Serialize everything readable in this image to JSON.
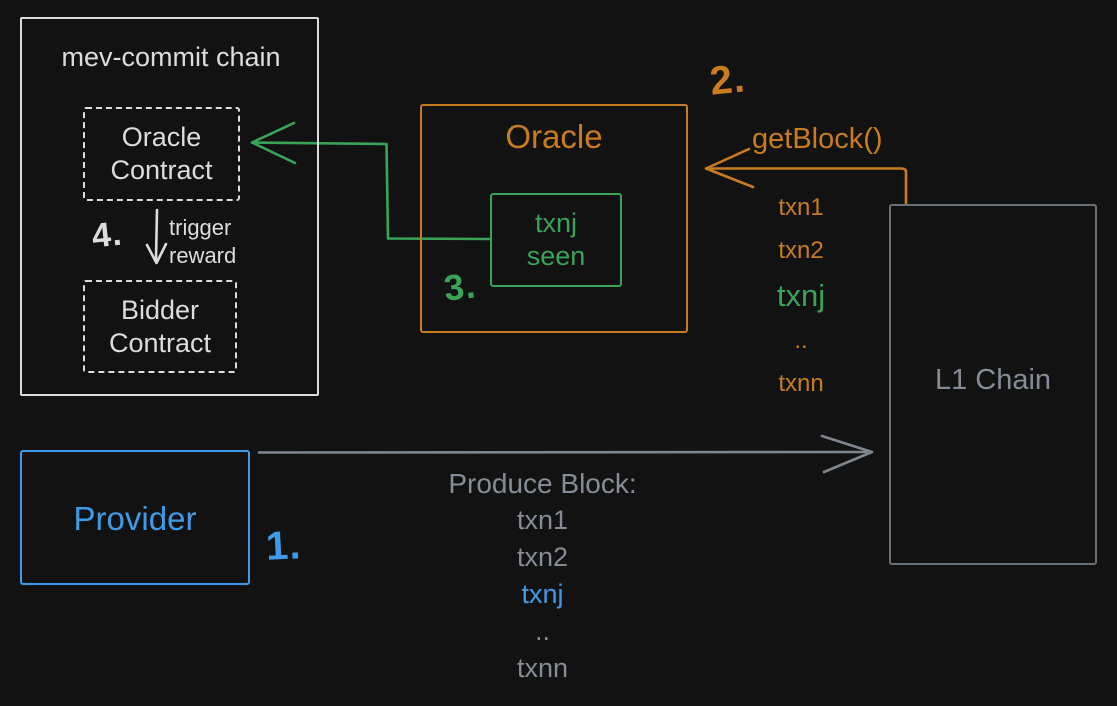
{
  "colors": {
    "bg": "#121212",
    "white": "#dcdcdc",
    "orange": "#c87c1f",
    "green": "#3aa357",
    "blue": "#3f9be8",
    "gray": "#858c96",
    "gray-border": "#696f77",
    "gray-arrow": "#80868e"
  },
  "mev_commit_chain": {
    "title": "mev-commit chain",
    "oracle_contract_label": "Oracle\nContract",
    "bidder_contract_label": "Bidder\nContract",
    "step_label": "4.",
    "trigger_arrow_label": "trigger\nreward"
  },
  "oracle": {
    "title": "Oracle",
    "txnj_seen_label": "txnj\nseen",
    "step_label": "3."
  },
  "get_block": {
    "step_label": "2.",
    "label": "getBlock()",
    "txns": [
      {
        "label": "txn1",
        "color": "orange"
      },
      {
        "label": "txn2",
        "color": "orange"
      },
      {
        "label": "txnj",
        "color": "green"
      },
      {
        "label": "..",
        "color": "orange"
      },
      {
        "label": "txnn",
        "color": "orange"
      }
    ]
  },
  "l1_chain": {
    "title": "L1 Chain"
  },
  "provider": {
    "title": "Provider",
    "step_label": "1."
  },
  "produce_block": {
    "title": "Produce Block:",
    "txns": [
      {
        "label": "txn1",
        "color": "gray"
      },
      {
        "label": "txn2",
        "color": "gray"
      },
      {
        "label": "txnj",
        "color": "blue"
      },
      {
        "label": "..",
        "color": "gray"
      },
      {
        "label": "txnn",
        "color": "gray"
      }
    ]
  }
}
